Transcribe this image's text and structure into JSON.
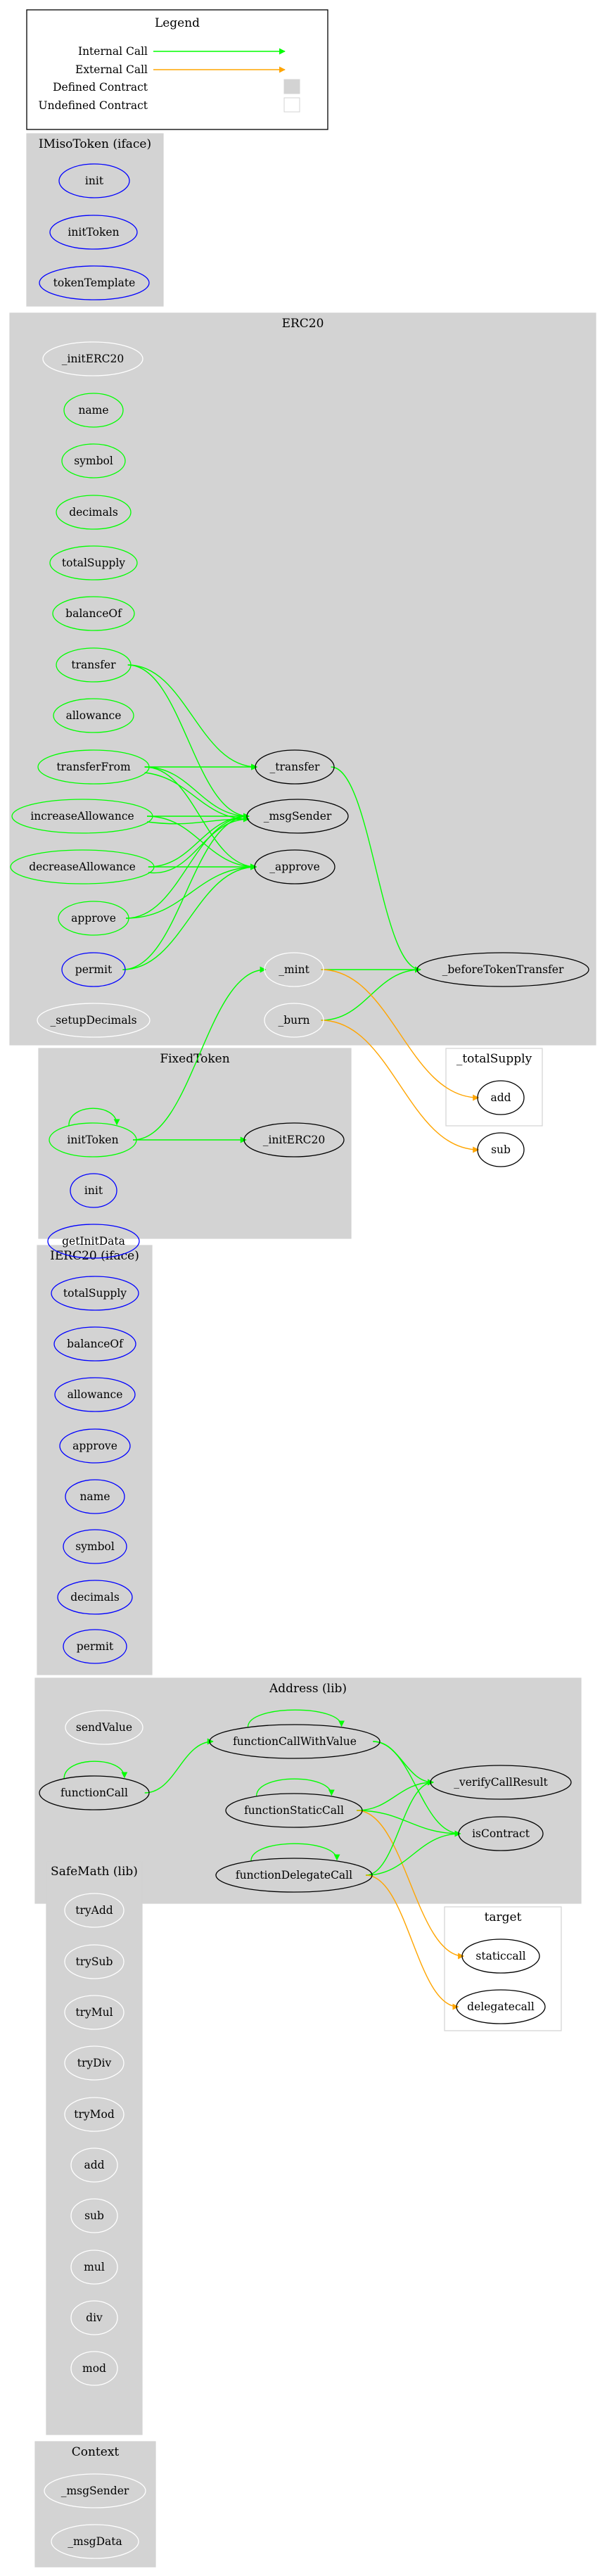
{
  "legend": {
    "title": "Legend",
    "items": [
      {
        "label": "Internal Call",
        "kind": "internal"
      },
      {
        "label": "External Call",
        "kind": "external"
      },
      {
        "label": "Defined Contract",
        "kind": "defined"
      },
      {
        "label": "Undefined Contract",
        "kind": "undefined"
      }
    ]
  },
  "colors": {
    "internal_call": "#00ff00",
    "external_call": "#ffa500",
    "cluster_fill": "#d3d3d3",
    "node_public": "#00ff00",
    "node_iface": "#0000ff",
    "node_internal": "#000000",
    "node_private": "#ffffff"
  },
  "clusters": [
    {
      "id": "imiso",
      "title": "IMisoToken  (iface)"
    },
    {
      "id": "erc20",
      "title": "ERC20"
    },
    {
      "id": "total",
      "title": "_totalSupply"
    },
    {
      "id": "fixed",
      "title": "FixedToken"
    },
    {
      "id": "ierc20",
      "title": "IERC20  (iface)"
    },
    {
      "id": "address",
      "title": "Address  (lib)"
    },
    {
      "id": "target",
      "title": "target"
    },
    {
      "id": "safemath",
      "title": "SafeMath  (lib)"
    },
    {
      "id": "context",
      "title": "Context"
    }
  ],
  "nodes": [
    {
      "id": "im_init",
      "label": "init",
      "kind": "iface"
    },
    {
      "id": "im_initToken",
      "label": "initToken",
      "kind": "iface"
    },
    {
      "id": "im_tokenTemplate",
      "label": "tokenTemplate",
      "kind": "iface"
    },
    {
      "id": "e_initERC20",
      "label": "_initERC20",
      "kind": "private"
    },
    {
      "id": "e_name",
      "label": "name",
      "kind": "public"
    },
    {
      "id": "e_symbol",
      "label": "symbol",
      "kind": "public"
    },
    {
      "id": "e_decimals",
      "label": "decimals",
      "kind": "public"
    },
    {
      "id": "e_totalSupply",
      "label": "totalSupply",
      "kind": "public"
    },
    {
      "id": "e_balanceOf",
      "label": "balanceOf",
      "kind": "public"
    },
    {
      "id": "e_transfer",
      "label": "transfer",
      "kind": "public"
    },
    {
      "id": "e_allowance",
      "label": "allowance",
      "kind": "public"
    },
    {
      "id": "e_transferFrom",
      "label": "transferFrom",
      "kind": "public"
    },
    {
      "id": "e_increaseAllowance",
      "label": "increaseAllowance",
      "kind": "public"
    },
    {
      "id": "e_decreaseAllowance",
      "label": "decreaseAllowance",
      "kind": "public"
    },
    {
      "id": "e_approve",
      "label": "approve",
      "kind": "public"
    },
    {
      "id": "e_permit",
      "label": "permit",
      "kind": "iface"
    },
    {
      "id": "e_setupDecimals",
      "label": "_setupDecimals",
      "kind": "private"
    },
    {
      "id": "e__transfer",
      "label": "_transfer",
      "kind": "internal"
    },
    {
      "id": "e__msgSender",
      "label": "_msgSender",
      "kind": "internal"
    },
    {
      "id": "e__approve",
      "label": "_approve",
      "kind": "internal"
    },
    {
      "id": "e__mint",
      "label": "_mint",
      "kind": "private"
    },
    {
      "id": "e__burn",
      "label": "_burn",
      "kind": "private"
    },
    {
      "id": "e__beforeTokenTransfer",
      "label": "_beforeTokenTransfer",
      "kind": "internal"
    },
    {
      "id": "ts_add",
      "label": "add",
      "kind": "internal"
    },
    {
      "id": "ts_sub",
      "label": "sub",
      "kind": "internal"
    },
    {
      "id": "f_initToken",
      "label": "initToken",
      "kind": "public"
    },
    {
      "id": "f__initERC20",
      "label": "_initERC20",
      "kind": "internal"
    },
    {
      "id": "f_init",
      "label": "init",
      "kind": "iface"
    },
    {
      "id": "f_getInitData",
      "label": "getInitData",
      "kind": "iface"
    },
    {
      "id": "i_totalSupply",
      "label": "totalSupply",
      "kind": "iface"
    },
    {
      "id": "i_balanceOf",
      "label": "balanceOf",
      "kind": "iface"
    },
    {
      "id": "i_allowance",
      "label": "allowance",
      "kind": "iface"
    },
    {
      "id": "i_approve",
      "label": "approve",
      "kind": "iface"
    },
    {
      "id": "i_name",
      "label": "name",
      "kind": "iface"
    },
    {
      "id": "i_symbol",
      "label": "symbol",
      "kind": "iface"
    },
    {
      "id": "i_decimals",
      "label": "decimals",
      "kind": "iface"
    },
    {
      "id": "i_permit",
      "label": "permit",
      "kind": "iface"
    },
    {
      "id": "a_sendValue",
      "label": "sendValue",
      "kind": "private"
    },
    {
      "id": "a_functionCallWithValue",
      "label": "functionCallWithValue",
      "kind": "internal"
    },
    {
      "id": "a_functionCall",
      "label": "functionCall",
      "kind": "internal"
    },
    {
      "id": "a_functionStaticCall",
      "label": "functionStaticCall",
      "kind": "internal"
    },
    {
      "id": "a__verifyCallResult",
      "label": "_verifyCallResult",
      "kind": "internal"
    },
    {
      "id": "a_isContract",
      "label": "isContract",
      "kind": "internal"
    },
    {
      "id": "a_functionDelegateCall",
      "label": "functionDelegateCall",
      "kind": "internal"
    },
    {
      "id": "t_staticcall",
      "label": "staticcall",
      "kind": "internal"
    },
    {
      "id": "t_delegatecall",
      "label": "delegatecall",
      "kind": "internal"
    },
    {
      "id": "s_tryAdd",
      "label": "tryAdd",
      "kind": "private"
    },
    {
      "id": "s_trySub",
      "label": "trySub",
      "kind": "private"
    },
    {
      "id": "s_tryMul",
      "label": "tryMul",
      "kind": "private"
    },
    {
      "id": "s_tryDiv",
      "label": "tryDiv",
      "kind": "private"
    },
    {
      "id": "s_tryMod",
      "label": "tryMod",
      "kind": "private"
    },
    {
      "id": "s_add",
      "label": "add",
      "kind": "private"
    },
    {
      "id": "s_sub",
      "label": "sub",
      "kind": "private"
    },
    {
      "id": "s_mul",
      "label": "mul",
      "kind": "private"
    },
    {
      "id": "s_div",
      "label": "div",
      "kind": "private"
    },
    {
      "id": "s_mod",
      "label": "mod",
      "kind": "private"
    },
    {
      "id": "c_msgSender",
      "label": "_msgSender",
      "kind": "private"
    },
    {
      "id": "c_msgData",
      "label": "_msgData",
      "kind": "private"
    }
  ],
  "edges": [
    {
      "from": "e_transfer",
      "to": "e__transfer",
      "type": "internal"
    },
    {
      "from": "e_transfer",
      "to": "e__msgSender",
      "type": "internal"
    },
    {
      "from": "e_transferFrom",
      "to": "e__transfer",
      "type": "internal"
    },
    {
      "from": "e_transferFrom",
      "to": "e__approve",
      "type": "internal"
    },
    {
      "from": "e_transferFrom",
      "to": "e__msgSender",
      "type": "internal"
    },
    {
      "from": "e_transferFrom",
      "to": "e__msgSender",
      "type": "internal"
    },
    {
      "from": "e_increaseAllowance",
      "to": "e__approve",
      "type": "internal"
    },
    {
      "from": "e_increaseAllowance",
      "to": "e__msgSender",
      "type": "internal"
    },
    {
      "from": "e_increaseAllowance",
      "to": "e__msgSender",
      "type": "internal"
    },
    {
      "from": "e_decreaseAllowance",
      "to": "e__approve",
      "type": "internal"
    },
    {
      "from": "e_decreaseAllowance",
      "to": "e__msgSender",
      "type": "internal"
    },
    {
      "from": "e_decreaseAllowance",
      "to": "e__msgSender",
      "type": "internal"
    },
    {
      "from": "e_approve",
      "to": "e__approve",
      "type": "internal"
    },
    {
      "from": "e_approve",
      "to": "e__msgSender",
      "type": "internal"
    },
    {
      "from": "e_permit",
      "to": "e__approve",
      "type": "internal"
    },
    {
      "from": "e_permit",
      "to": "e__msgSender",
      "type": "internal"
    },
    {
      "from": "e__transfer",
      "to": "e__beforeTokenTransfer",
      "type": "internal"
    },
    {
      "from": "e__mint",
      "to": "e__beforeTokenTransfer",
      "type": "internal"
    },
    {
      "from": "e__burn",
      "to": "e__beforeTokenTransfer",
      "type": "internal"
    },
    {
      "from": "e__mint",
      "to": "ts_add",
      "type": "external"
    },
    {
      "from": "e__burn",
      "to": "ts_sub",
      "type": "external"
    },
    {
      "from": "f_initToken",
      "to": "f_initToken",
      "type": "internal"
    },
    {
      "from": "f_initToken",
      "to": "f__initERC20",
      "type": "internal"
    },
    {
      "from": "f_initToken",
      "to": "e__mint",
      "type": "internal"
    },
    {
      "from": "a_functionCall",
      "to": "a_functionCall",
      "type": "internal"
    },
    {
      "from": "a_functionCall",
      "to": "a_functionCallWithValue",
      "type": "internal"
    },
    {
      "from": "a_functionCallWithValue",
      "to": "a_functionCallWithValue",
      "type": "internal"
    },
    {
      "from": "a_functionCallWithValue",
      "to": "a__verifyCallResult",
      "type": "internal"
    },
    {
      "from": "a_functionCallWithValue",
      "to": "a_isContract",
      "type": "internal"
    },
    {
      "from": "a_functionStaticCall",
      "to": "a_functionStaticCall",
      "type": "internal"
    },
    {
      "from": "a_functionStaticCall",
      "to": "a__verifyCallResult",
      "type": "internal"
    },
    {
      "from": "a_functionStaticCall",
      "to": "a_isContract",
      "type": "internal"
    },
    {
      "from": "a_functionStaticCall",
      "to": "t_staticcall",
      "type": "external"
    },
    {
      "from": "a_functionDelegateCall",
      "to": "a_functionDelegateCall",
      "type": "internal"
    },
    {
      "from": "a_functionDelegateCall",
      "to": "a__verifyCallResult",
      "type": "internal"
    },
    {
      "from": "a_functionDelegateCall",
      "to": "a_isContract",
      "type": "internal"
    },
    {
      "from": "a_functionDelegateCall",
      "to": "t_delegatecall",
      "type": "external"
    }
  ]
}
